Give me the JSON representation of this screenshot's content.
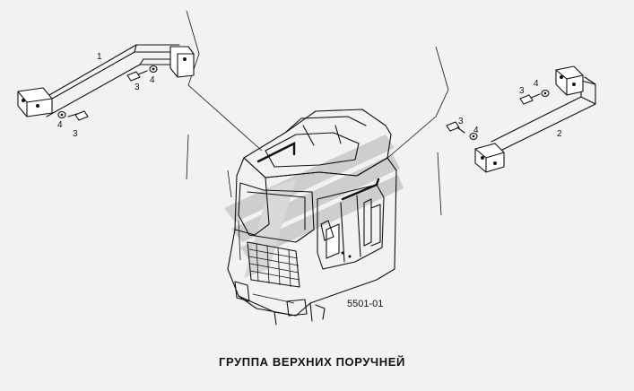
{
  "diagram": {
    "title": "ГРУППА ВЕРХНИХ ПОРУЧНЕЙ",
    "drawing_code": "5501-01",
    "callouts": {
      "handrail_left": "1",
      "handrail_right": "2",
      "bolt": "3",
      "washer": "4"
    },
    "watermark_color": "#c8c8c8",
    "line_color": "#111111",
    "background_color": "#f2f2f2"
  }
}
